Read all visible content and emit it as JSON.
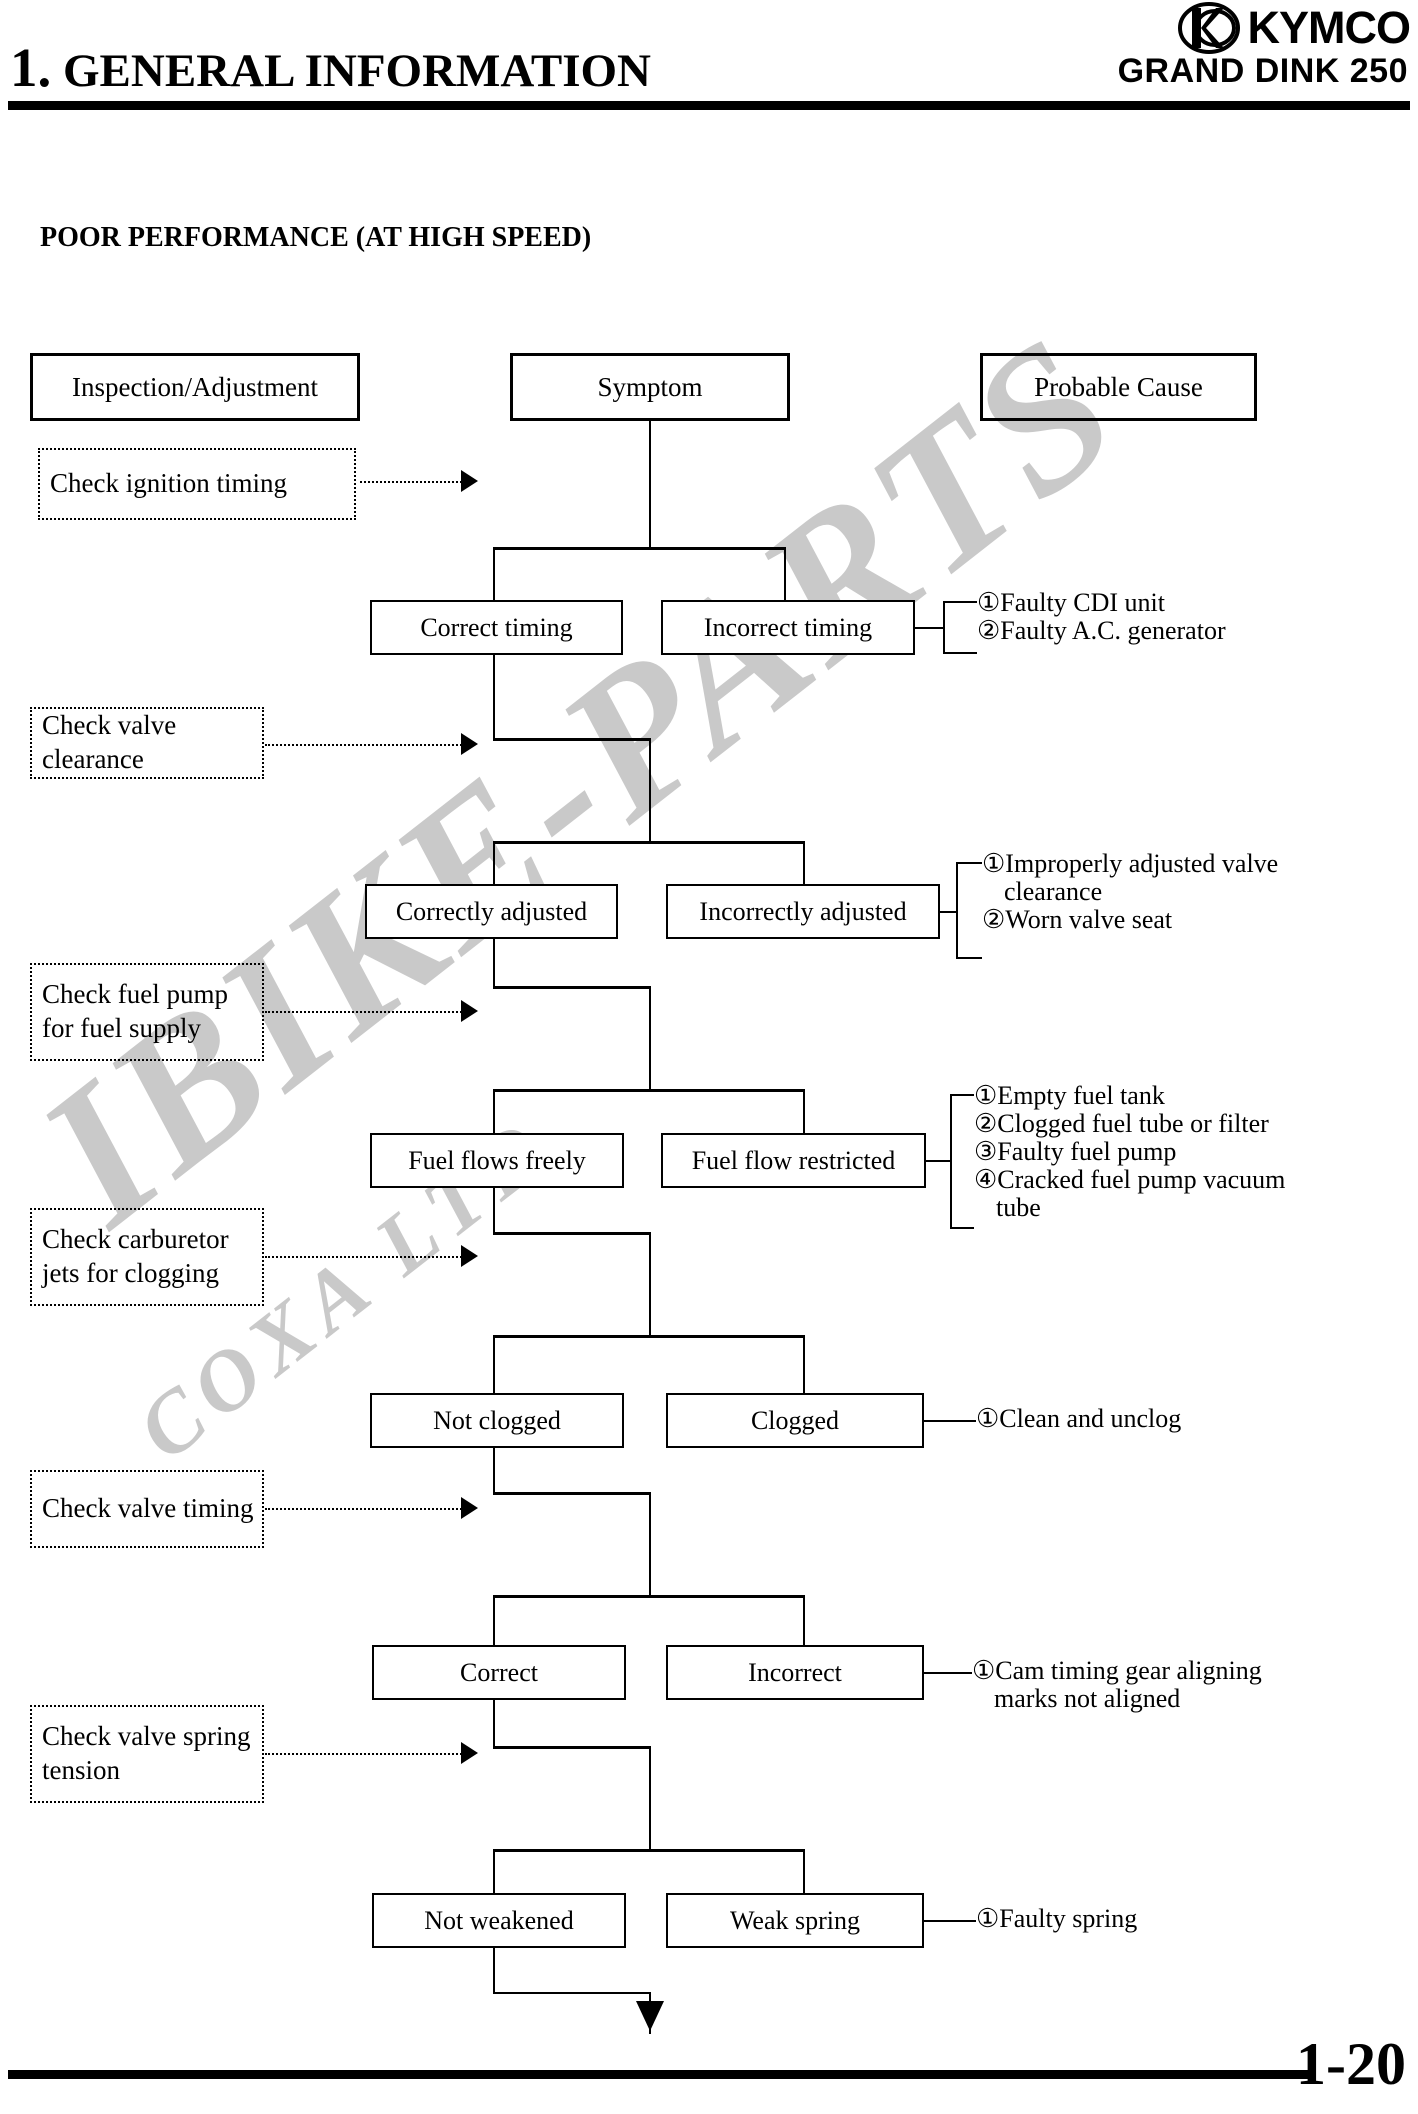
{
  "header": {
    "chapter_number": "1.",
    "chapter_title": "GENERAL INFORMATION",
    "brand": "KYMCO",
    "model": "GRAND DINK 250"
  },
  "section": {
    "title": "POOR PERFORMANCE (AT HIGH SPEED)"
  },
  "watermark": {
    "main": "IBIKE-PARTS",
    "sub": "COXA LTD"
  },
  "columns": {
    "inspection": "Inspection/Adjustment",
    "symptom": "Symptom",
    "probable_cause": "Probable Cause"
  },
  "steps": [
    {
      "check": "Check ignition timing",
      "ok": "Correct timing",
      "fail": "Incorrect timing",
      "causes": [
        "①Faulty CDI unit",
        "②Faulty A.C. generator"
      ],
      "cause_indents": [
        "",
        ""
      ]
    },
    {
      "check": "Check valve clearance",
      "ok": "Correctly adjusted",
      "fail": "Incorrectly adjusted",
      "causes": [
        "①Improperly adjusted valve",
        "②Worn valve seat"
      ],
      "cause_indents": [
        "clearance",
        ""
      ]
    },
    {
      "check": "Check fuel pump for fuel supply",
      "ok": "Fuel flows freely",
      "fail": "Fuel flow restricted",
      "causes": [
        "①Empty fuel tank",
        "②Clogged fuel tube or filter",
        "③Faulty fuel pump",
        "④Cracked fuel pump vacuum"
      ],
      "cause_indents": [
        "",
        "",
        "",
        "tube"
      ]
    },
    {
      "check": "Check carburetor jets for clogging",
      "ok": "Not clogged",
      "fail": "Clogged",
      "causes": [
        "①Clean and unclog"
      ],
      "cause_indents": [
        ""
      ]
    },
    {
      "check": "Check valve timing",
      "ok": "Correct",
      "fail": "Incorrect",
      "causes": [
        "①Cam timing gear aligning"
      ],
      "cause_indents": [
        "marks not aligned"
      ]
    },
    {
      "check": "Check valve spring tension",
      "ok": "Not weakened",
      "fail": "Weak spring",
      "causes": [
        "①Faulty spring"
      ],
      "cause_indents": [
        ""
      ]
    }
  ],
  "footer": {
    "page_number": "1-20"
  },
  "colors": {
    "ink": "#000000",
    "paper": "#ffffff",
    "watermark": "#c9c9c9"
  }
}
